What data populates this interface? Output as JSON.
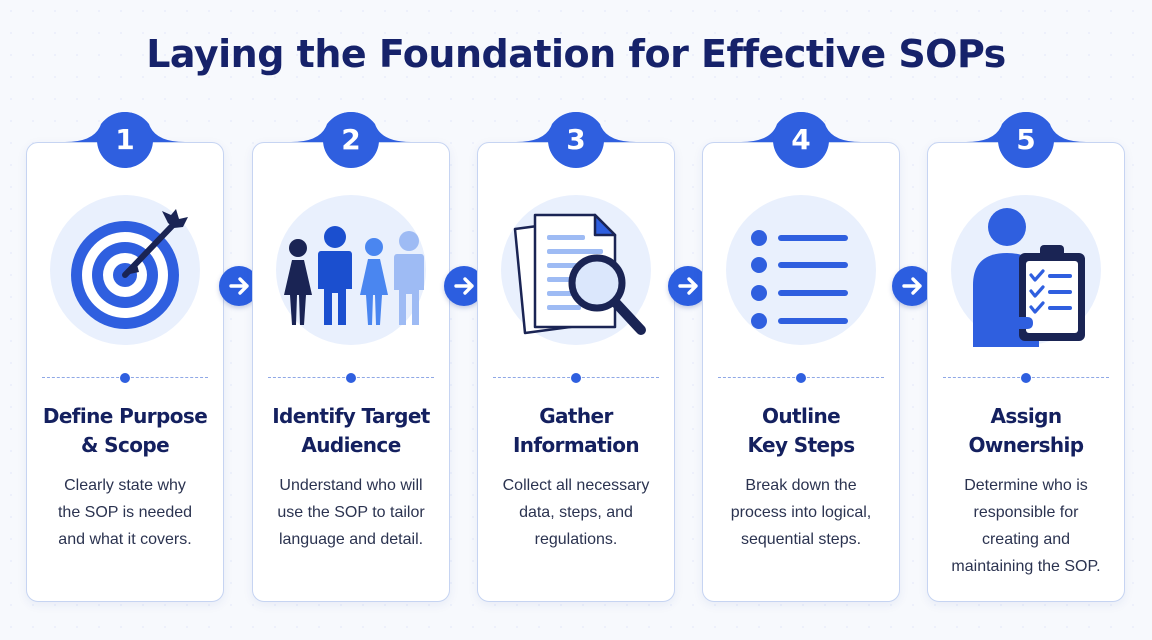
{
  "title": "Laying the Foundation for Effective SOPs",
  "colors": {
    "primary": "#2f5fdf",
    "dark_blue": "#1b3aa8",
    "light_blue": "#9ebbf4",
    "navy_text": "#14205f",
    "icon_bg": "#e9f0fd"
  },
  "steps": [
    {
      "number": "1",
      "icon": "target-icon",
      "title": "Define Purpose\n& Scope",
      "description": "Clearly state why\nthe SOP is needed\nand what it covers."
    },
    {
      "number": "2",
      "icon": "people-icon",
      "title": "Identify Target\nAudience",
      "description": "Understand who will\nuse the SOP to tailor\nlanguage and detail."
    },
    {
      "number": "3",
      "icon": "document-search-icon",
      "title": "Gather\nInformation",
      "description": "Collect all necessary\ndata, steps, and\nregulations."
    },
    {
      "number": "4",
      "icon": "bullet-list-icon",
      "title": "Outline\nKey Steps",
      "description": "Break down the\nprocess into logical,\nsequential steps."
    },
    {
      "number": "5",
      "icon": "person-clipboard-icon",
      "title": "Assign\nOwnership",
      "description": "Determine who is\nresponsible for\ncreating and\nmaintaining the SOP."
    }
  ]
}
